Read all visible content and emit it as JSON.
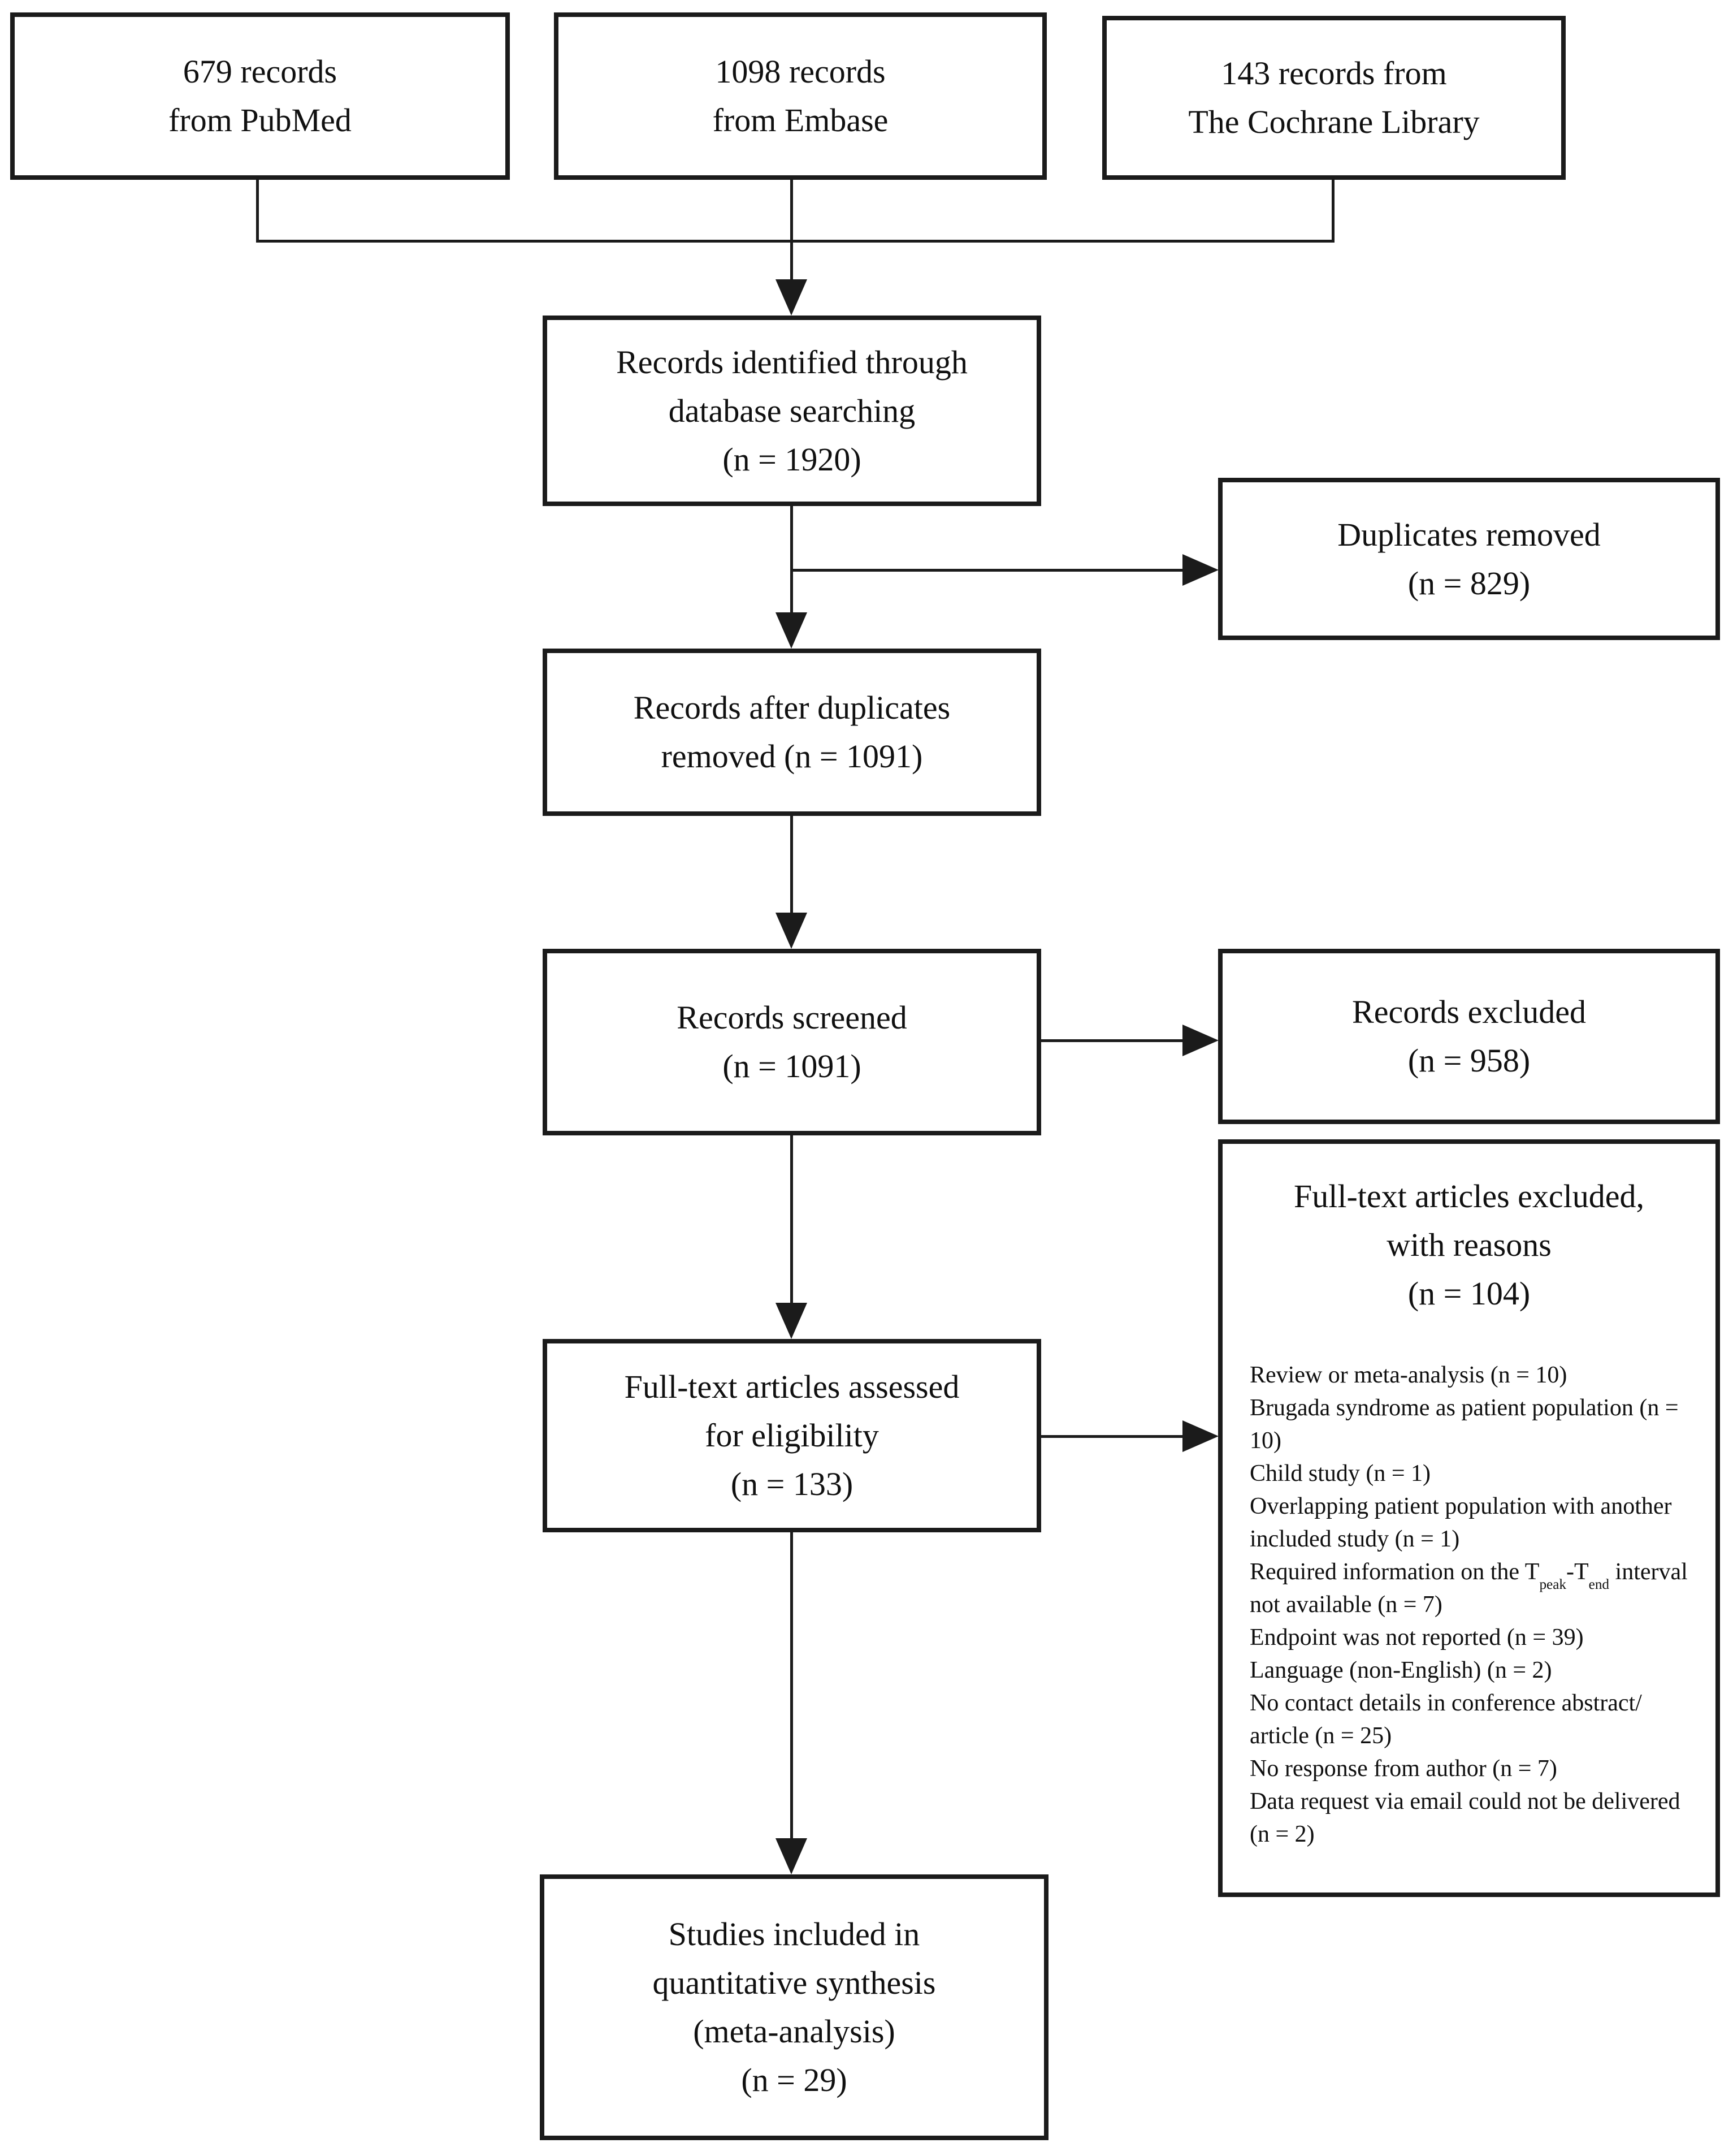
{
  "figure": {
    "colors": {
      "line": "#1b1b1b",
      "text": "#101010",
      "background": "#ffffff"
    },
    "boxes": {
      "pubmed": {
        "lines": [
          "679 records",
          "from PubMed"
        ]
      },
      "embase": {
        "lines": [
          "1098 records",
          "from Embase"
        ]
      },
      "cochrane": {
        "lines": [
          "143 records from",
          "The Cochrane Library"
        ]
      },
      "identified": {
        "lines": [
          "Records identified through",
          "database searching",
          "(n = 1920)"
        ]
      },
      "duplicates_removed": {
        "lines": [
          "Duplicates removed",
          "(n = 829)"
        ]
      },
      "after_duplicates": {
        "lines": [
          "Records after duplicates",
          "removed (n = 1091)"
        ]
      },
      "screened": {
        "lines": [
          "Records screened",
          "(n = 1091)"
        ]
      },
      "records_excluded": {
        "lines": [
          "Records excluded",
          "(n = 958)"
        ]
      },
      "fulltext_assessed": {
        "lines": [
          "Full-text articles assessed",
          "for eligibility",
          "(n = 133)"
        ]
      },
      "fulltext_excluded": {
        "title_lines": [
          "Full-text articles excluded,",
          "with reasons",
          "(n = 104)"
        ],
        "reasons": [
          "Review or meta-analysis (n = 10)",
          "Brugada syndrome as patient population (n = 10)",
          "Child study (n = 1)",
          "Overlapping patient population with another included study (n = 1)",
          "Required information on the T_{peak}-T_{end} interval not available (n = 7)",
          "Endpoint was not reported (n = 39)",
          "Language (non-English) (n = 2)",
          "No contact details in conference abstract/ article (n = 25)",
          "No response from author (n = 7)",
          "Data request via email could not be delivered (n = 2)"
        ]
      },
      "included": {
        "lines": [
          "Studies included in",
          "quantitative synthesis",
          "(meta-analysis)",
          "(n = 29)"
        ]
      }
    }
  }
}
